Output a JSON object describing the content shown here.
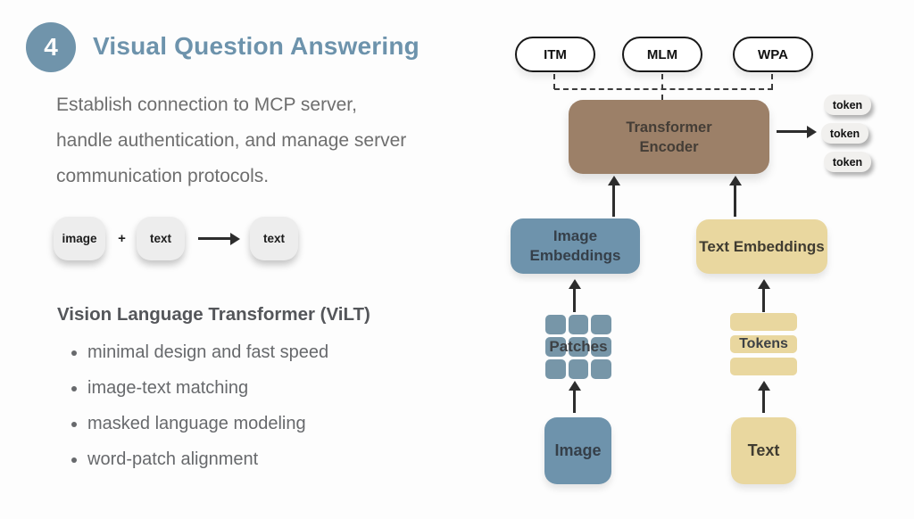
{
  "slide": {
    "badge": "4",
    "title": "Visual Question Answering",
    "description_lines": [
      "Establish connection to MCP server,",
      "handle authentication, and manage server",
      "communication protocols."
    ],
    "mini_flow": {
      "input_image": "image",
      "plus": "+",
      "input_text": "text",
      "output_text": "text"
    },
    "subheading": "Vision Language Transformer (ViLT)",
    "bullets": [
      "minimal design and fast speed",
      "image-text matching",
      "masked language modeling",
      "word-patch alignment"
    ]
  },
  "diagram": {
    "heads": [
      "ITM",
      "MLM",
      "WPA"
    ],
    "encoder_line1": "Transformer",
    "encoder_line2": "Encoder",
    "output_tokens": [
      "token",
      "token",
      "token"
    ],
    "image_branch": {
      "embeddings_line1": "Image",
      "embeddings_line2": "Embeddings",
      "patches_label": "Patches",
      "input_label": "Image"
    },
    "text_branch": {
      "embeddings_label": "Text Embeddings",
      "tokens_label": "Tokens",
      "input_label": "Text"
    }
  },
  "colors": {
    "accent_blue": "#6e93ac",
    "patch_blue": "#7796a8",
    "tan": "#e9d79f",
    "brown": "#9c8068",
    "pill_gray": "#ededed",
    "token_gray": "#f1f0ee",
    "body_text_gray": "#6e6e6e",
    "heading_gray": "#54565a",
    "ink": "#2d2d2d"
  }
}
